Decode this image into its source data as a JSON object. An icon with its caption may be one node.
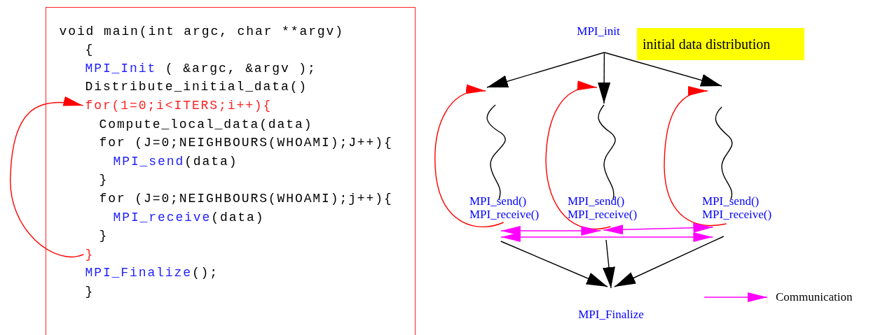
{
  "diagram": {
    "nodes": [
      {
        "text": [],
        "shape": "box"
      },
      {
        "text": [
          "void main(int argc, char **argv)"
        ],
        "in": 0
      },
      {
        "text": [
          "{"
        ],
        "in": 0
      },
      {
        "text": [
          "MPI_Init",
          "( &argc, &argv );"
        ],
        "in": 0
      },
      {
        "text": [
          "Distribute_initial_data()"
        ],
        "in": 0
      },
      {
        "text": [
          "for(1=0;i<ITERS;i++){"
        ],
        "in": 0
      },
      {
        "text": [
          "Compute_local_data(data)"
        ],
        "in": 0
      },
      {
        "text": [
          "for (J=0;NEIGHBOURS(WHOAMI);J++){"
        ],
        "in": 0
      },
      {
        "text": [
          "MPI_send",
          "(data)"
        ],
        "in": 0
      },
      {
        "text": [
          "}"
        ],
        "in": 0
      },
      {
        "text": [
          "for (J=0;NEIGHBOURS(WHOAMI);j++){"
        ],
        "in": 0
      },
      {
        "text": [
          "MPI_receive",
          "(data)"
        ],
        "in": 0
      },
      {
        "text": [
          "}"
        ],
        "in": 0
      },
      {
        "text": [
          "}"
        ],
        "in": 0
      },
      {
        "text": [
          "MPI_Finalize",
          "();"
        ],
        "in": 0
      },
      {
        "text": [
          "}"
        ],
        "in": 0
      },
      {
        "text": [
          "MPI_init"
        ]
      },
      {
        "text": [
          "initial data distribution"
        ]
      },
      {
        "text": [],
        "shape": "wave"
      },
      {
        "text": [],
        "shape": "wave"
      },
      {
        "text": [],
        "shape": "wave"
      },
      {
        "text": [
          "MPI_send()",
          "MPI_receive()"
        ]
      },
      {
        "text": [
          "MPI_send()",
          "MPI_receive()"
        ]
      },
      {
        "text": [
          "MPI_send()",
          "MPI_receive()"
        ]
      },
      {
        "text": [
          "MPI_Finalize"
        ]
      }
    ],
    "edges": [
      {
        "from": 13,
        "to": 5,
        "arrow": "to",
        "color": "#ff0000"
      },
      {
        "from": 16,
        "to": 18,
        "arrow": "to"
      },
      {
        "from": 16,
        "to": 19,
        "arrow": "to"
      },
      {
        "from": 16,
        "to": 20,
        "arrow": "to"
      },
      {
        "from": 21,
        "to": 18,
        "arrow": "to",
        "color": "#ff0000"
      },
      {
        "from": 22,
        "to": 19,
        "arrow": "to",
        "color": "#ff0000"
      },
      {
        "from": 23,
        "to": 20,
        "arrow": "to",
        "color": "#ff0000"
      },
      {
        "from": 21,
        "to": 22,
        "arrow": "both",
        "color": "#ff00ff"
      },
      {
        "from": 22,
        "to": 23,
        "arrow": "both",
        "color": "#ff00ff"
      },
      {
        "from": 21,
        "to": 23,
        "arrow": "both",
        "color": "#ff00ff"
      },
      {
        "from": 21,
        "to": 24,
        "arrow": "to"
      },
      {
        "from": 22,
        "to": 24,
        "arrow": "to"
      },
      {
        "from": 23,
        "to": 24,
        "arrow": "to"
      }
    ],
    "legend": [
      {
        "text": "Communication"
      }
    ]
  }
}
